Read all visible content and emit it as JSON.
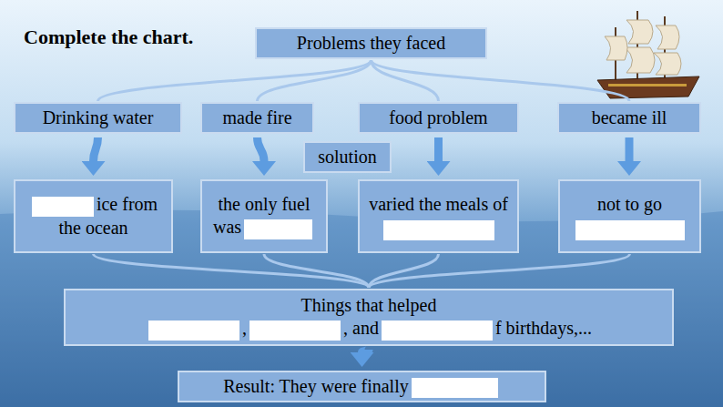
{
  "diagram": {
    "title": "Complete the chart.",
    "nodes": [
      {
        "text": [
          "Problems they faced"
        ]
      },
      {
        "text": [
          "Drinking water"
        ]
      },
      {
        "text": [
          "made fire"
        ]
      },
      {
        "text": [
          "food problem"
        ]
      },
      {
        "text": [
          "became ill"
        ]
      },
      {
        "text": [
          "solution"
        ]
      },
      {
        "text": [
          "ice from the ocean"
        ]
      },
      {
        "text": [
          "the only fuel was"
        ]
      },
      {
        "text": [
          "varied the meals of"
        ]
      },
      {
        "text": [
          "not to go"
        ]
      },
      {
        "text": [
          "Things that helped",
          ",",
          ", and",
          "f birthdays,..."
        ]
      },
      {
        "text": [
          "Result: They were finally"
        ]
      }
    ],
    "edges": [
      {
        "from": 0,
        "to": 1,
        "arrow": "none"
      },
      {
        "from": 0,
        "to": 2,
        "arrow": "none"
      },
      {
        "from": 0,
        "to": 3,
        "arrow": "none"
      },
      {
        "from": 0,
        "to": 4,
        "arrow": "none"
      },
      {
        "from": 1,
        "to": 6,
        "arrow": "to"
      },
      {
        "from": 2,
        "to": 7,
        "arrow": "to"
      },
      {
        "from": 3,
        "to": 8,
        "arrow": "to"
      },
      {
        "from": 4,
        "to": 9,
        "arrow": "to"
      },
      {
        "from": 6,
        "to": 10,
        "arrow": "none"
      },
      {
        "from": 7,
        "to": 10,
        "arrow": "none"
      },
      {
        "from": 8,
        "to": 10,
        "arrow": "none"
      },
      {
        "from": 9,
        "to": 10,
        "arrow": "none"
      },
      {
        "from": 10,
        "to": 11,
        "arrow": "to"
      }
    ]
  }
}
